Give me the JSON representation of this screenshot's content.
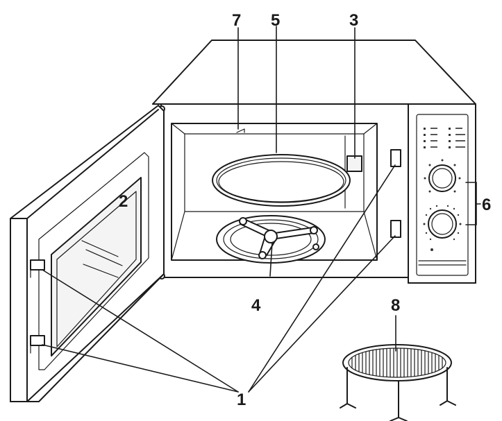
{
  "callouts": {
    "door_hooks": "1",
    "door_window": "2",
    "waveguide_cover": "3",
    "roller_ring": "4",
    "glass_tray": "5",
    "cavity": "7",
    "control_panel": "6",
    "grill_rack": "8"
  }
}
